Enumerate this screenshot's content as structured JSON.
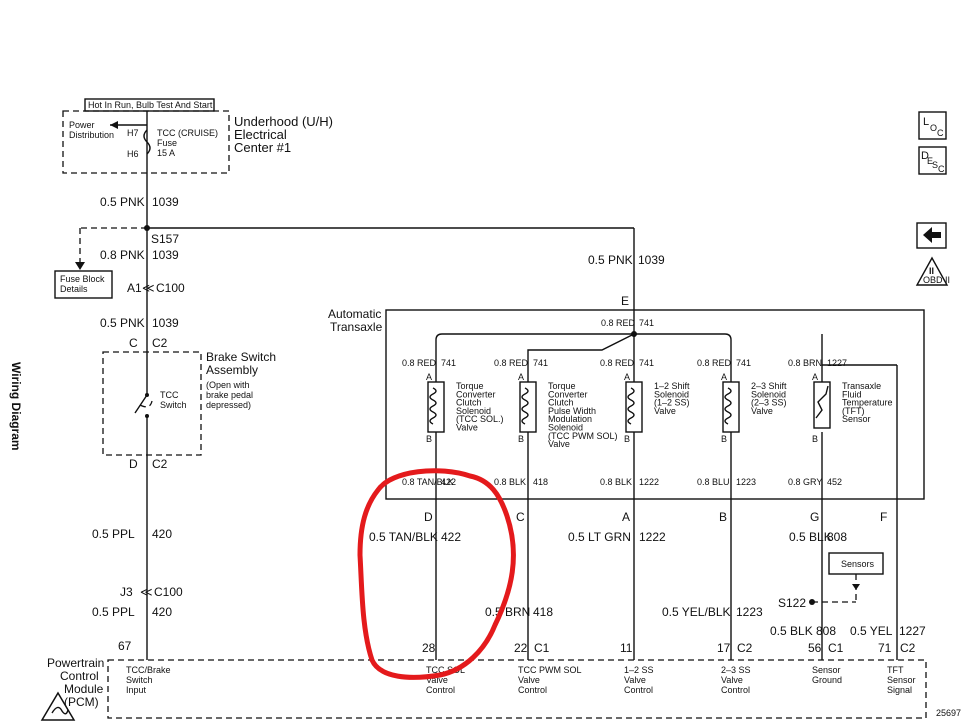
{
  "side_title": "Wiring Diagram",
  "doc_number": "25697",
  "top_box": "Hot In Run, Bulb Test And Start",
  "uh": {
    "power_dist": [
      "Power",
      "Distribution"
    ],
    "h7": "H7",
    "h6": "H6",
    "fuse": [
      "TCC (CRUISE)",
      "Fuse",
      "15 A"
    ],
    "name": [
      "Underhood (U/H)",
      "Electrical",
      "Center #1"
    ]
  },
  "wires_left": {
    "w1": "0.5 PNK",
    "c1": "1039",
    "splice": "S157",
    "w2": "0.8 PNK",
    "c2": "1039",
    "conn_a": "A1",
    "conn_a2": "C100",
    "w3": "0.5 PNK",
    "c3": "1039",
    "brake_top_pin": "C",
    "brake_top_conn": "C2",
    "brake_bot_pin": "D",
    "brake_bot_conn": "C2",
    "w4": "0.5 PPL",
    "c4": "420",
    "conn_j": "J3",
    "conn_j2": "C100",
    "w5": "0.5 PPL",
    "c5": "420",
    "pin": "67"
  },
  "fuse_block": [
    "Fuse Block",
    "Details"
  ],
  "brake": {
    "name": [
      "Brake Switch",
      "Assembly"
    ],
    "note": [
      "(Open with",
      "brake pedal",
      "depressed)"
    ],
    "switch": [
      "TCC",
      "Switch"
    ]
  },
  "right_feed": {
    "wire": "0.5 PNK",
    "circuit": "1039",
    "pin": "E"
  },
  "transaxle": {
    "name": [
      "Automatic",
      "Transaxle"
    ],
    "bus": {
      "wire": "0.8 RED",
      "circuit": "741"
    },
    "components": [
      {
        "top": "0.8 RED",
        "topc": "741",
        "label": [
          "Torque",
          "Converter",
          "Clutch",
          "Solenoid",
          "(TCC SOL.)",
          "Valve"
        ],
        "bot": "0.8 TAN/BLK",
        "botc": "422",
        "pin": "D",
        "ext": "0.5 TAN/BLK",
        "extc": "422",
        "pcm": "28",
        "pcmc": "",
        "pcm_label": [
          "TCC SOL",
          "Valve",
          "Control"
        ]
      },
      {
        "top": "0.8 RED",
        "topc": "741",
        "label": [
          "Torque",
          "Converter",
          "Clutch",
          "Pulse Width",
          "Modulation",
          "Solenoid",
          "(TCC PWM SOL)",
          "Valve"
        ],
        "bot": "0.8 BLK",
        "botc": "418",
        "pin": "C",
        "ext": "0.5 BRN",
        "extc": "418",
        "pcm": "22",
        "pcmc": "C1",
        "pcm_label": [
          "TCC PWM SOL",
          "Valve",
          "Control"
        ]
      },
      {
        "top": "0.8 RED",
        "topc": "741",
        "label": [
          "1–2 Shift",
          "Solenoid",
          "(1–2 SS)",
          "Valve"
        ],
        "bot": "0.8 BLK",
        "botc": "1222",
        "pin": "A",
        "ext": "0.5 LT GRN",
        "extc": "1222",
        "pcm": "11",
        "pcmc": "",
        "pcm_label": [
          "1–2 SS",
          "Valve",
          "Control"
        ]
      },
      {
        "top": "0.8 RED",
        "topc": "741",
        "label": [
          "2–3 Shift",
          "Solenoid",
          "(2–3 SS)",
          "Valve"
        ],
        "bot": "0.8 BLU",
        "botc": "1223",
        "pin": "B",
        "ext": "0.5 YEL/BLK",
        "extc": "1223",
        "pcm": "17",
        "pcmc": "C2",
        "pcm_label": [
          "2–3 SS",
          "Valve",
          "Control"
        ]
      },
      {
        "top": "0.8 BRN",
        "topc": "1227",
        "label": [
          "Transaxle",
          "Fluid",
          "Temperature",
          "(TFT)",
          "Sensor"
        ],
        "bot": "0.8 GRY",
        "botc": "452",
        "pin": "G",
        "ext": "0.5 BLK",
        "extc": "808",
        "pcm": "56",
        "pcmc": "C1",
        "pcm_label": [
          "Sensor",
          "Ground"
        ]
      }
    ],
    "tft_pin": "F"
  },
  "sensors_box": "Sensors",
  "s122": "S122",
  "s122_wire": "0.5 BLK",
  "s122_circuit": "808",
  "tft_wire": "0.5 YEL",
  "tft_circuit": "1227",
  "tft_pcm": "71",
  "tft_pcm_c": "C2",
  "tft_label": [
    "TFT",
    "Sensor",
    "Signal"
  ],
  "pcm": {
    "name": [
      "Powertrain",
      "Control",
      "Module",
      "(PCM)"
    ],
    "brake_label": [
      "TCC/Brake",
      "Switch",
      "Input"
    ]
  },
  "side_buttons": {
    "loc": [
      "L",
      "O",
      "C"
    ],
    "desc": [
      "D",
      "E",
      "S",
      "C"
    ]
  },
  "obd_label": [
    "OBD II"
  ],
  "annotation_color": "#e41a1c"
}
